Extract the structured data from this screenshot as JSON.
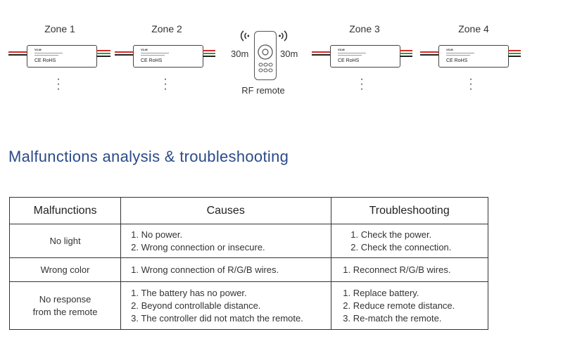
{
  "diagram": {
    "zones": [
      {
        "label": "Zone 1",
        "model": "V2-M"
      },
      {
        "label": "Zone 2",
        "model": "V2-M"
      },
      {
        "label": "Zone 3",
        "model": "V3-M"
      },
      {
        "label": "Zone 4",
        "model": "V3-M"
      }
    ],
    "controller_marks": "CE RoHS",
    "remote": {
      "left_distance": "30m",
      "right_distance": "30m",
      "label": "RF remote"
    },
    "colors": {
      "wire_red": "#d42a2a",
      "wire_black": "#222222",
      "wire_green": "#2f9a3a",
      "title_blue": "#2b4a8a"
    }
  },
  "section_title": "Malfunctions analysis & troubleshooting",
  "table": {
    "headers": [
      "Malfunctions",
      "Causes",
      "Troubleshooting"
    ],
    "rows": [
      {
        "malfunction": [
          "No light"
        ],
        "causes": [
          "1. No power.",
          "2. Wrong connection or insecure."
        ],
        "troubleshooting": [
          "1. Check the power.",
          "2. Check the connection."
        ]
      },
      {
        "malfunction": [
          "Wrong color"
        ],
        "causes": [
          "1. Wrong connection of R/G/B wires."
        ],
        "troubleshooting": [
          "1. Reconnect R/G/B wires."
        ]
      },
      {
        "malfunction": [
          "No response",
          "from the remote"
        ],
        "causes": [
          "1. The battery has no power.",
          "2. Beyond controllable distance.",
          "3. The controller did not match the remote."
        ],
        "troubleshooting": [
          "1. Replace battery.",
          "2. Reduce remote distance.",
          "3. Re-match the remote."
        ]
      }
    ]
  }
}
